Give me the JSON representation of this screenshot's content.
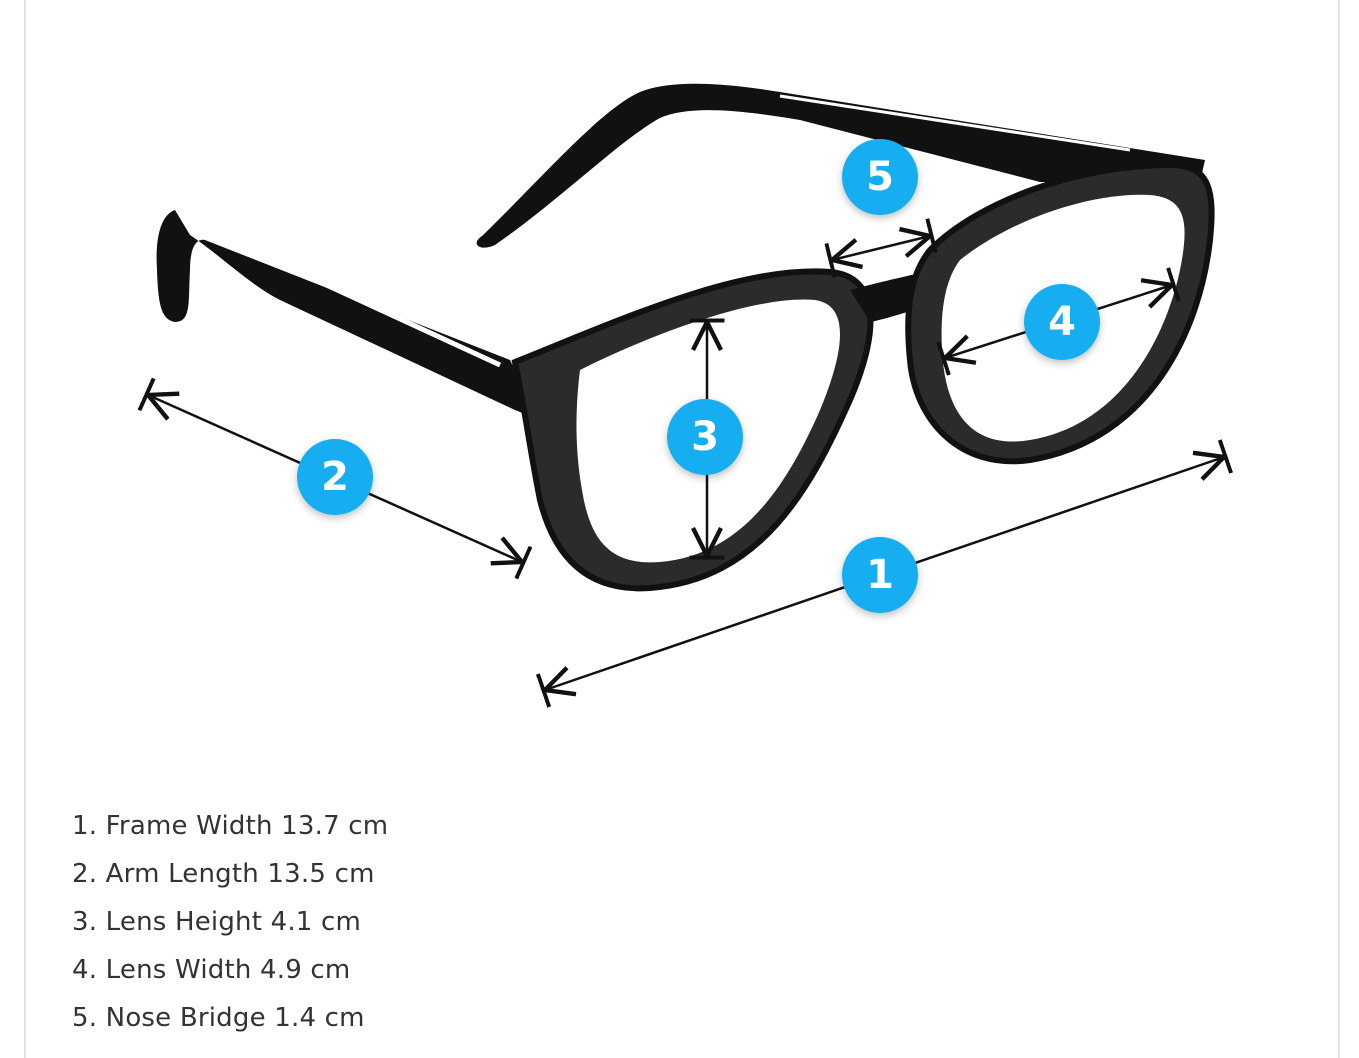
{
  "diagram": {
    "badge_color": "#15aef0",
    "badges": [
      "1",
      "2",
      "3",
      "4",
      "5"
    ]
  },
  "specs": [
    "1. Frame Width 13.7 cm",
    "2. Arm Length 13.5 cm",
    "3. Lens Height 4.1 cm",
    "4. Lens Width 4.9 cm",
    "5. Nose Bridge 1.4 cm"
  ]
}
